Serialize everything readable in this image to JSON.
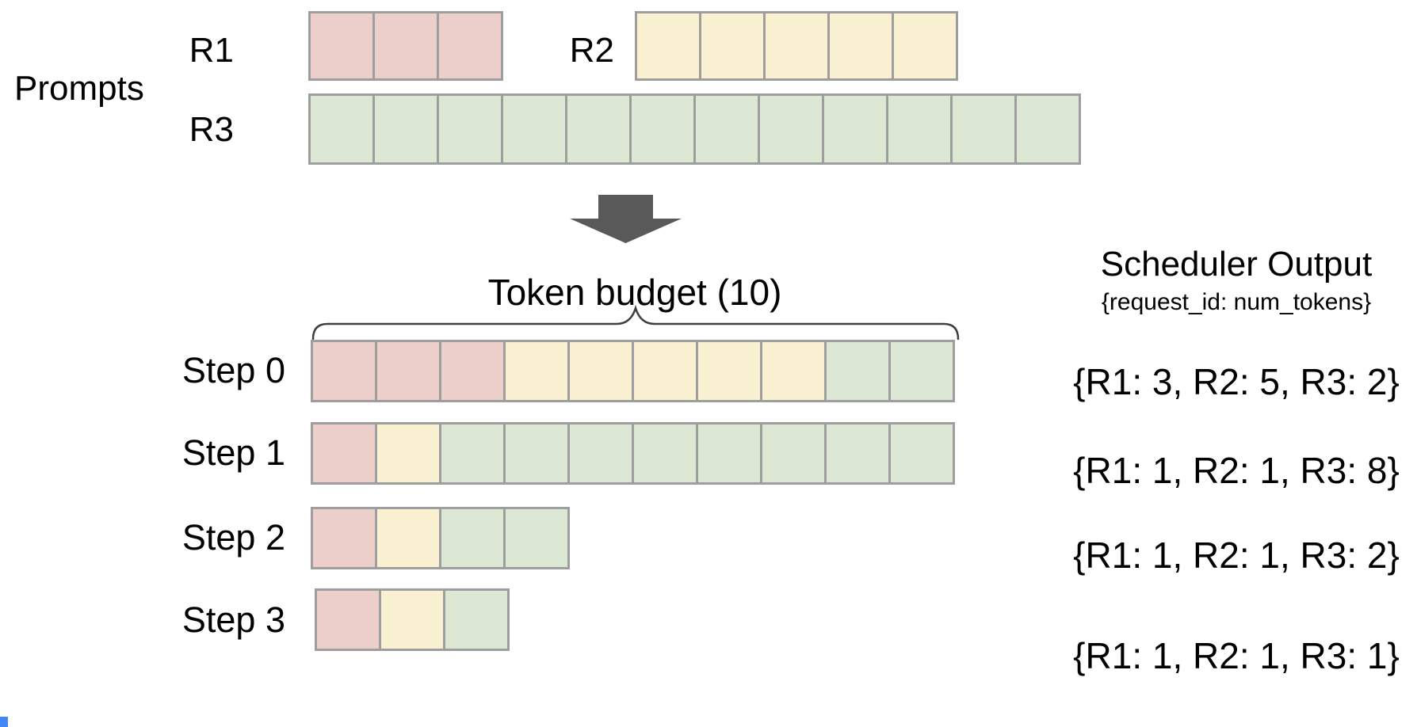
{
  "palette": {
    "arrow": "#595959",
    "brace": "#3f3f3f",
    "cell_border": "#9e9e9e",
    "blue_artifact": "#4285f4",
    "request_colors": {
      "R1": "#eccfcb",
      "R2": "#faf0d2",
      "R3": "#dde8d4"
    }
  },
  "prompts_section": {
    "label": "Prompts",
    "prompt_rows": [
      {
        "id": "R1",
        "label": "R1",
        "segments": [
          {
            "request_id": "R1",
            "tokens": 3
          }
        ]
      },
      {
        "id": "R2",
        "label": "R2",
        "segments": [
          {
            "request_id": "R2",
            "tokens": 5
          }
        ]
      },
      {
        "id": "R3",
        "label": "R3",
        "segments": [
          {
            "request_id": "R3",
            "tokens": 12
          }
        ]
      }
    ]
  },
  "token_budget": {
    "label": "Token budget (10)",
    "value": 10
  },
  "scheduler_output": {
    "title": "Scheduler Output",
    "subtitle": "{request_id: num_tokens}"
  },
  "steps": [
    {
      "label": "Step 0",
      "segments": [
        {
          "request_id": "R1",
          "tokens": 3
        },
        {
          "request_id": "R2",
          "tokens": 5
        },
        {
          "request_id": "R3",
          "tokens": 2
        }
      ],
      "scheduler_output": "{R1: 3, R2: 5, R3: 2}"
    },
    {
      "label": "Step 1",
      "segments": [
        {
          "request_id": "R1",
          "tokens": 1
        },
        {
          "request_id": "R2",
          "tokens": 1
        },
        {
          "request_id": "R3",
          "tokens": 8
        }
      ],
      "scheduler_output": "{R1: 1, R2: 1, R3: 8}"
    },
    {
      "label": "Step 2",
      "segments": [
        {
          "request_id": "R1",
          "tokens": 1
        },
        {
          "request_id": "R2",
          "tokens": 1
        },
        {
          "request_id": "R3",
          "tokens": 2
        }
      ],
      "scheduler_output": "{R1: 1, R2: 1, R3: 2}"
    },
    {
      "label": "Step 3",
      "segments": [
        {
          "request_id": "R1",
          "tokens": 1
        },
        {
          "request_id": "R2",
          "tokens": 1
        },
        {
          "request_id": "R3",
          "tokens": 1
        }
      ],
      "scheduler_output": "{R1: 1, R2: 1, R3: 1}"
    }
  ]
}
